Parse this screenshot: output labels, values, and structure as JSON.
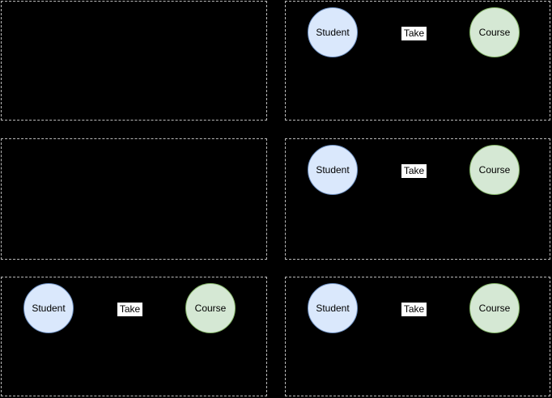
{
  "diagram": {
    "description": "Grid of six dashed panels; four contain an entity-relationship fragment: Student entity linked via Take relation to Course entity",
    "grid": {
      "columns": 2,
      "rows": 3
    }
  },
  "colors": {
    "canvas_bg": "#000000",
    "panel_border": "#b9b9b9",
    "student_fill": "#dae8fc",
    "student_stroke": "#6c8ebf",
    "course_fill": "#d5e8d4",
    "course_stroke": "#82b366",
    "take_bg": "#ffffff",
    "text": "#000000"
  },
  "panels": {
    "top_left": {
      "empty": true
    },
    "top_right": {
      "empty": false,
      "student": "Student",
      "take": "Take",
      "course": "Course"
    },
    "middle_left": {
      "empty": true
    },
    "middle_right": {
      "empty": false,
      "student": "Student",
      "take": "Take",
      "course": "Course"
    },
    "bottom_left": {
      "empty": false,
      "student": "Student",
      "take": "Take",
      "course": "Course"
    },
    "bottom_right": {
      "empty": false,
      "student": "Student",
      "take": "Take",
      "course": "Course"
    }
  }
}
